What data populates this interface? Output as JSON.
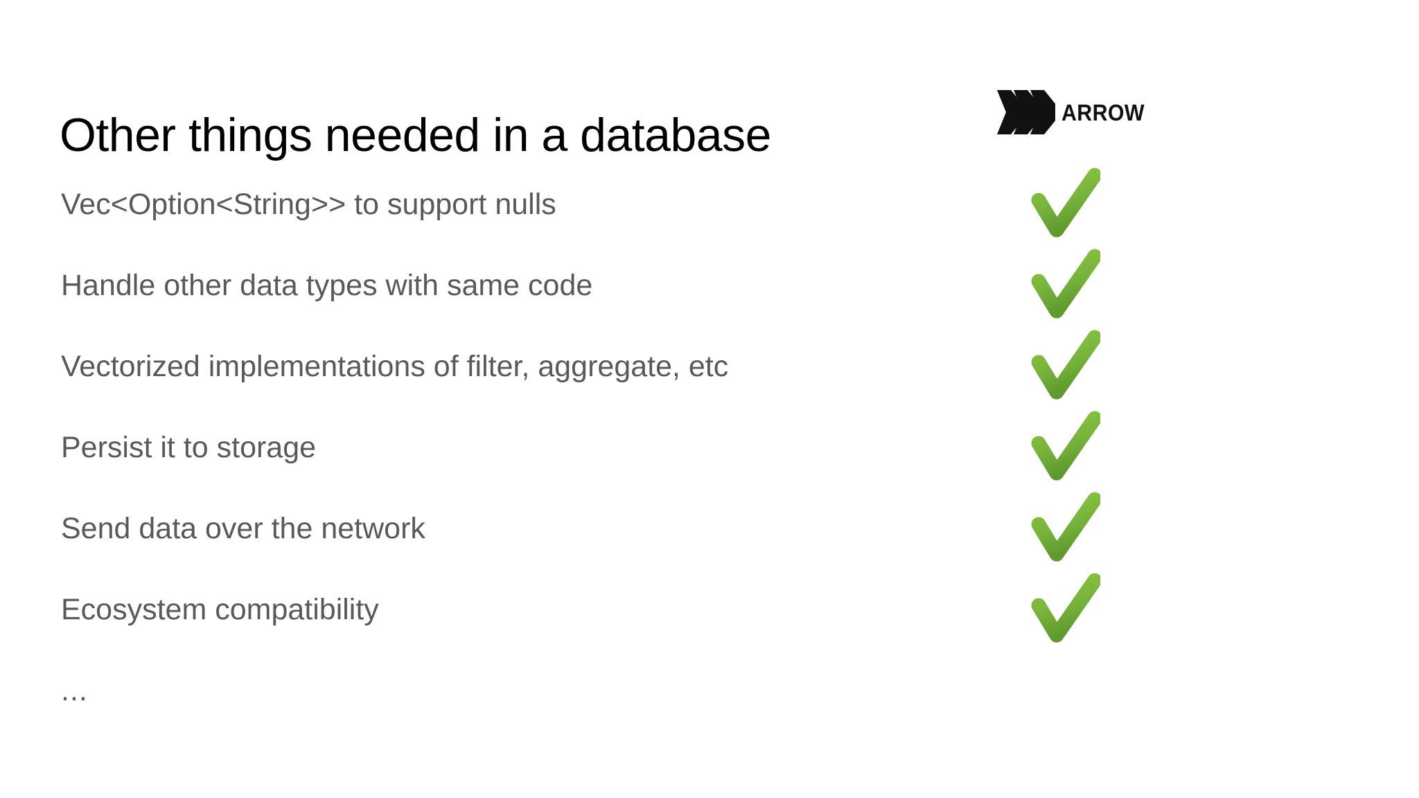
{
  "slide": {
    "title": "Other things needed in a database",
    "background_color": "#ffffff",
    "title_color": "#000000",
    "body_text_color": "#595959",
    "check_color": "#7ab33f"
  },
  "brand": {
    "wordmark": "ARROW",
    "chevron_icon": "triple-chevron-right-icon",
    "chevron_count": 3,
    "color": "#111111"
  },
  "items": [
    {
      "label": "Vec<Option<String>> to support nulls",
      "checked": true,
      "check_icon": "green-check-icon"
    },
    {
      "label": "Handle other data types with same code",
      "checked": true,
      "check_icon": "green-check-icon"
    },
    {
      "label": "Vectorized implementations of filter, aggregate, etc",
      "checked": true,
      "check_icon": "green-check-icon"
    },
    {
      "label": "Persist it to storage",
      "checked": true,
      "check_icon": "green-check-icon"
    },
    {
      "label": "Send data over the network",
      "checked": true,
      "check_icon": "green-check-icon"
    },
    {
      "label": "Ecosystem compatibility",
      "checked": true,
      "check_icon": "green-check-icon"
    },
    {
      "label": "...",
      "checked": false,
      "check_icon": ""
    }
  ]
}
